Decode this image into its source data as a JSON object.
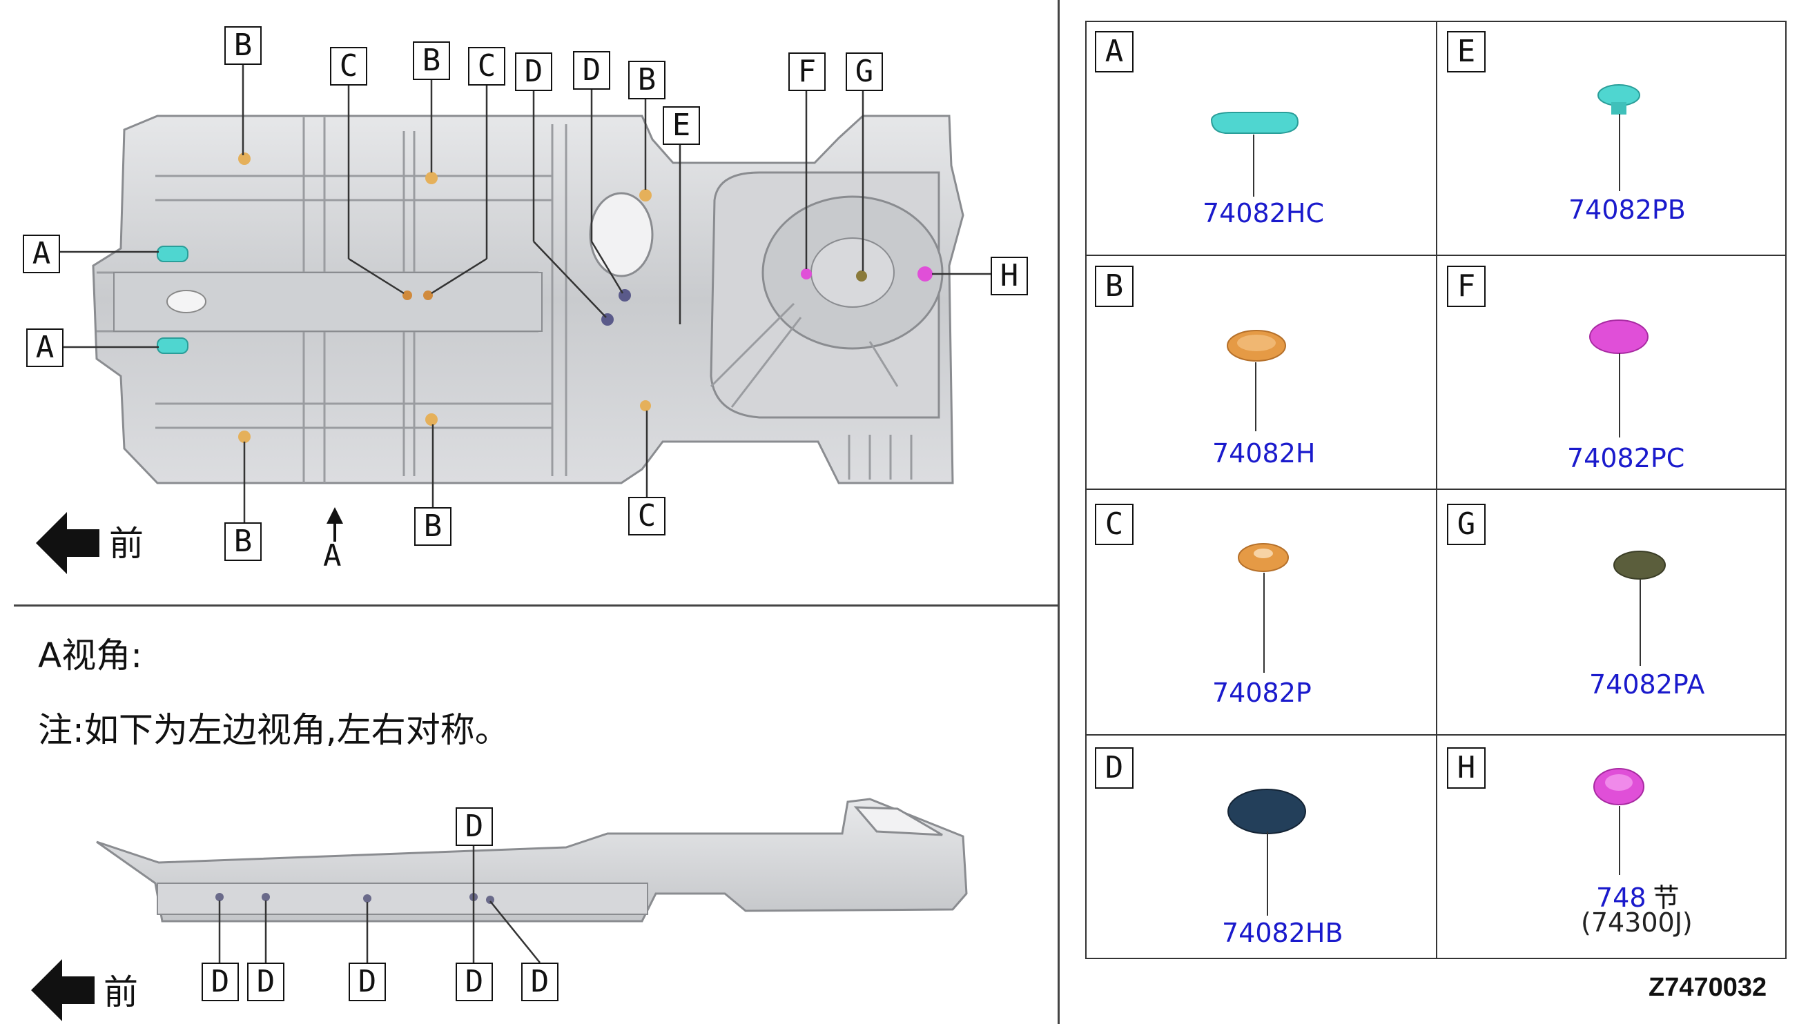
{
  "labels": {
    "A": "A",
    "B": "B",
    "C": "C",
    "D": "D",
    "E": "E",
    "F": "F",
    "G": "G",
    "H": "H"
  },
  "top_view": {
    "front_label": "前",
    "view_arrow_label": "A"
  },
  "side_view": {
    "heading": "A视角:",
    "note": "注:如下为左边视角,左右对称。",
    "front_label": "前"
  },
  "legend": {
    "cells": [
      {
        "key": "A",
        "part": "74082HC",
        "color": "#4fd6d0"
      },
      {
        "key": "E",
        "part": "74082PB",
        "color": "#4fd6d0"
      },
      {
        "key": "B",
        "part": "74082H",
        "color": "#e59a45"
      },
      {
        "key": "F",
        "part": "74082PC",
        "color": "#e04fd8"
      },
      {
        "key": "C",
        "part": "74082P",
        "color": "#e59a45"
      },
      {
        "key": "G",
        "part": "74082PA",
        "color": "#5b5e3c"
      },
      {
        "key": "D",
        "part": "74082HB",
        "color": "#233f5a"
      },
      {
        "key": "H",
        "part": "748",
        "part_extra": "节",
        "part_sub": "(74300J)",
        "color": "#e04fd8"
      }
    ]
  },
  "drawing_code": "Z7470032"
}
